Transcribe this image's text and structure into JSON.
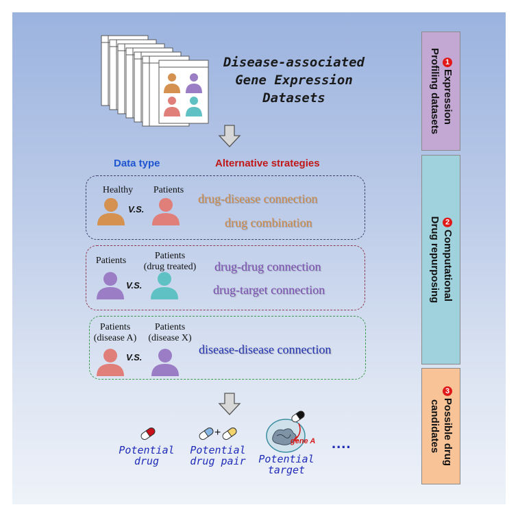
{
  "colors": {
    "orange": "#d4914f",
    "purple": "#9a7dc4",
    "red": "#e07e79",
    "teal": "#5fc1c3",
    "blue_head": "#1f55d0",
    "dark_red_head": "#c01818",
    "strategy_orange": "#d08a45",
    "strategy_purple": "#7d4fb3",
    "strategy_blue": "#2433b4",
    "step1_bg": "#c3a8d3",
    "step2_bg": "#9fd2dc",
    "step3_bg": "#f7c397"
  },
  "header": {
    "line1": "Disease-associated",
    "line2": "Gene Expression",
    "line3": "Datasets"
  },
  "columns": {
    "data_type": "Data type",
    "strategies": "Alternative strategies"
  },
  "groups": [
    {
      "left_label": "Healthy",
      "right_label": "Patients",
      "vs": "V.S.",
      "strategies": [
        "drug-disease connection",
        "drug combination"
      ]
    },
    {
      "left_label": "Patients",
      "right_label_line1": "Patients",
      "right_label_line2": "(drug treated)",
      "vs": "V.S.",
      "strategies": [
        "drug-drug connection",
        "drug-target connection"
      ]
    },
    {
      "left_label_line1": "Patients",
      "left_label_line2": "(disease A)",
      "right_label_line1": "Patients",
      "right_label_line2": "(disease X)",
      "vs": "V.S.",
      "strategies": [
        "disease-disease connection"
      ]
    }
  ],
  "steps": [
    {
      "number": "1",
      "line1": "Expression",
      "line2": "Profiling datasets"
    },
    {
      "number": "2",
      "line1": "Computational",
      "line2": "Drug repurposing"
    },
    {
      "number": "3",
      "line1": "Possible drug",
      "line2": "candidates"
    }
  ],
  "candidates": {
    "drug_line1": "Potential",
    "drug_line2": "drug",
    "pair_line1": "Potential",
    "pair_line2": "drug pair",
    "target_line1": "Potential",
    "target_line2": "target",
    "gene_label": "gene A",
    "plus": "+",
    "ellipsis": "...."
  }
}
